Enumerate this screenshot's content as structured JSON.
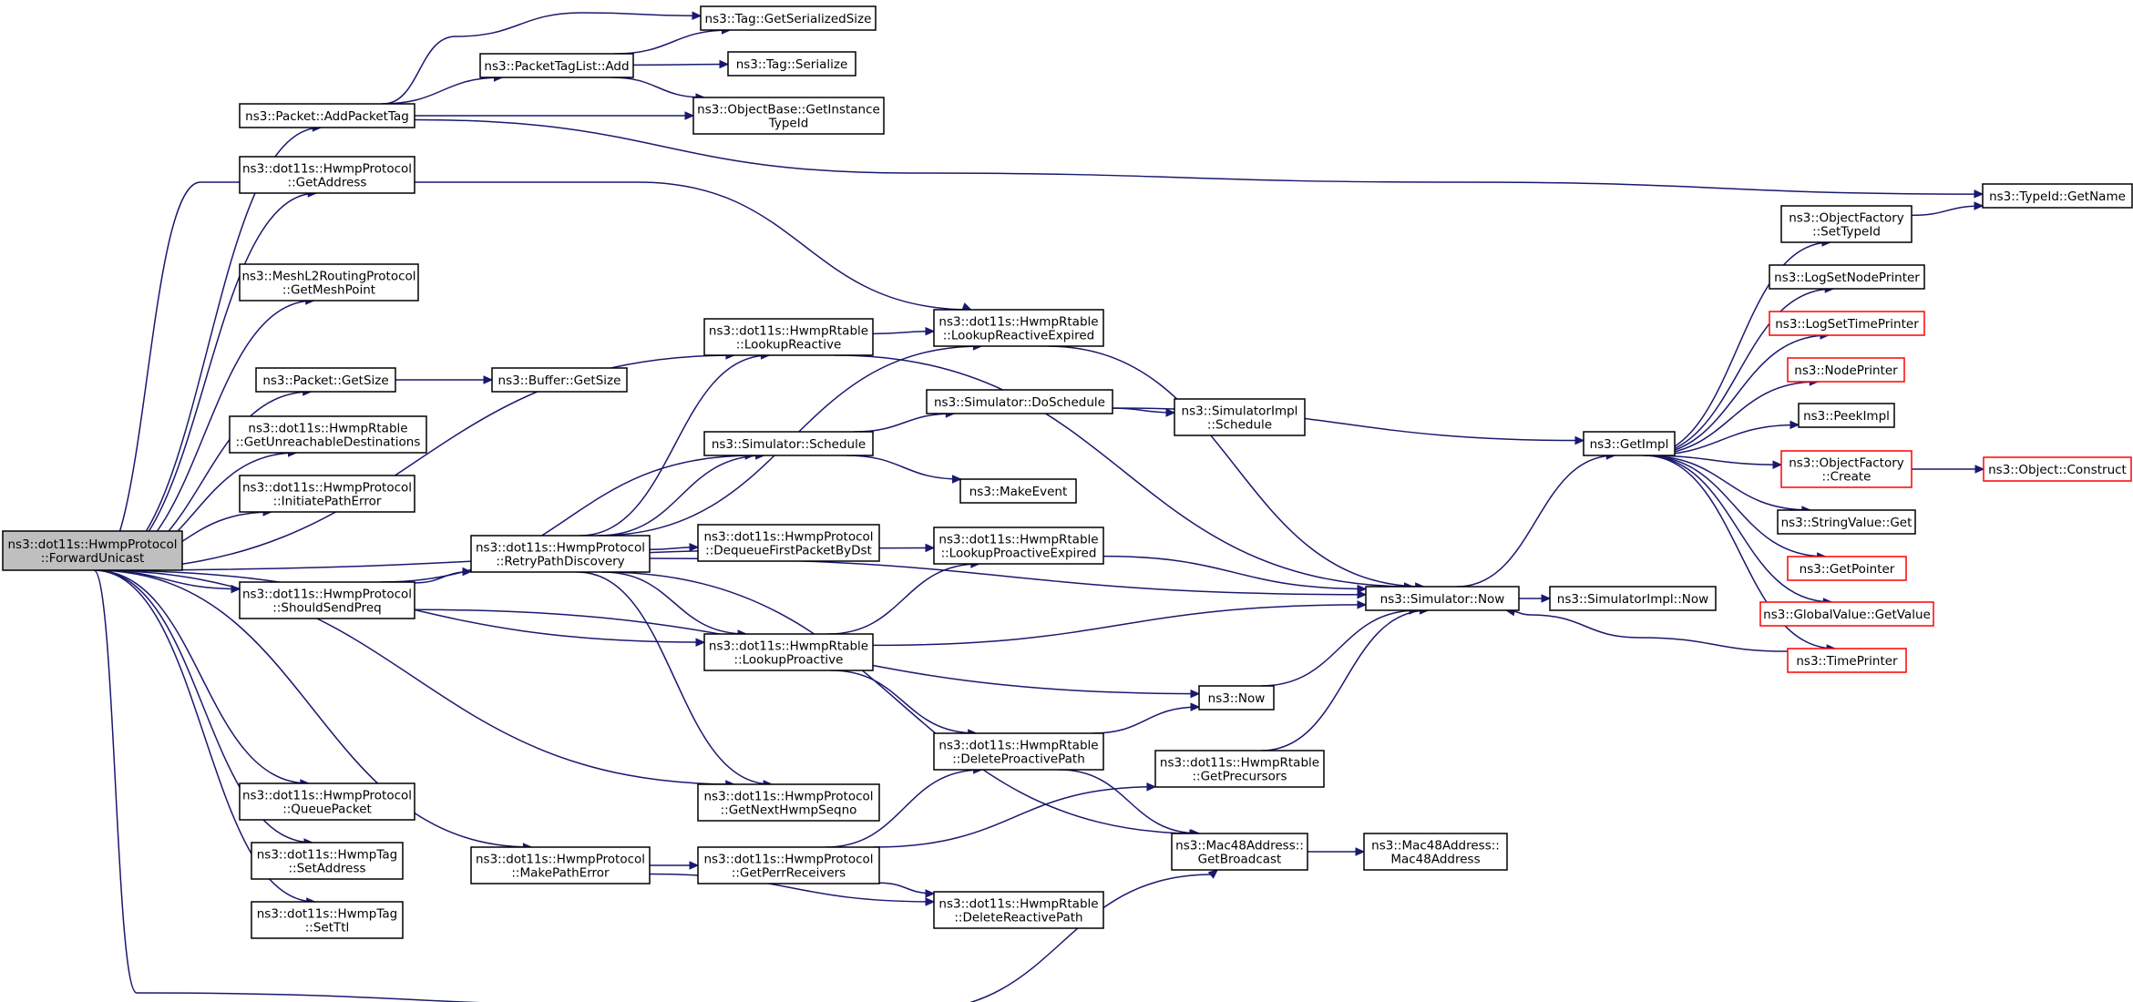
{
  "nodes": [
    {
      "id": "root",
      "lines": [
        "ns3::dot11s::HwmpProtocol",
        "::ForwardUnicast"
      ],
      "root": true
    },
    {
      "id": "addPacketTag",
      "lines": [
        "ns3::Packet::AddPacketTag"
      ]
    },
    {
      "id": "getAddress",
      "lines": [
        "ns3::dot11s::HwmpProtocol",
        "::GetAddress"
      ]
    },
    {
      "id": "getMeshPoint",
      "lines": [
        "ns3::MeshL2RoutingProtocol",
        "::GetMeshPoint"
      ]
    },
    {
      "id": "packetGetSize",
      "lines": [
        "ns3::Packet::GetSize"
      ]
    },
    {
      "id": "getUnreachable",
      "lines": [
        "ns3::dot11s::HwmpRtable",
        "::GetUnreachableDestinations"
      ]
    },
    {
      "id": "initiatePathError",
      "lines": [
        "ns3::dot11s::HwmpProtocol",
        "::InitiatePathError"
      ]
    },
    {
      "id": "shouldSendPreq",
      "lines": [
        "ns3::dot11s::HwmpProtocol",
        "::ShouldSendPreq"
      ]
    },
    {
      "id": "queuePacket",
      "lines": [
        "ns3::dot11s::HwmpProtocol",
        "::QueuePacket"
      ]
    },
    {
      "id": "tagSetAddress",
      "lines": [
        "ns3::dot11s::HwmpTag",
        "::SetAddress"
      ]
    },
    {
      "id": "tagSetTtl",
      "lines": [
        "ns3::dot11s::HwmpTag",
        "::SetTtl"
      ]
    },
    {
      "id": "tagGetSerializedSize",
      "lines": [
        "ns3::Tag::GetSerializedSize"
      ]
    },
    {
      "id": "tagListAdd",
      "lines": [
        "ns3::PacketTagList::Add"
      ]
    },
    {
      "id": "tagSerialize",
      "lines": [
        "ns3::Tag::Serialize"
      ]
    },
    {
      "id": "getInstanceTypeId",
      "lines": [
        "ns3::ObjectBase::GetInstance",
        "TypeId"
      ]
    },
    {
      "id": "bufferGetSize",
      "lines": [
        "ns3::Buffer::GetSize"
      ]
    },
    {
      "id": "lookupReactive",
      "lines": [
        "ns3::dot11s::HwmpRtable",
        "::LookupReactive"
      ]
    },
    {
      "id": "simSchedule",
      "lines": [
        "ns3::Simulator::Schedule"
      ]
    },
    {
      "id": "retryPathDiscovery",
      "lines": [
        "ns3::dot11s::HwmpProtocol",
        "::RetryPathDiscovery"
      ]
    },
    {
      "id": "dequeueFirst",
      "lines": [
        "ns3::dot11s::HwmpProtocol",
        "::DequeueFirstPacketByDst"
      ]
    },
    {
      "id": "lookupProactive",
      "lines": [
        "ns3::dot11s::HwmpRtable",
        "::LookupProactive"
      ]
    },
    {
      "id": "getNextHwmpSeqno",
      "lines": [
        "ns3::dot11s::HwmpProtocol",
        "::GetNextHwmpSeqno"
      ]
    },
    {
      "id": "makePathError",
      "lines": [
        "ns3::dot11s::HwmpProtocol",
        "::MakePathError"
      ]
    },
    {
      "id": "getPerrReceivers",
      "lines": [
        "ns3::dot11s::HwmpProtocol",
        "::GetPerrReceivers"
      ]
    },
    {
      "id": "lookupReactiveExpired",
      "lines": [
        "ns3::dot11s::HwmpRtable",
        "::LookupReactiveExpired"
      ]
    },
    {
      "id": "doSchedule",
      "lines": [
        "ns3::Simulator::DoSchedule"
      ]
    },
    {
      "id": "makeEvent",
      "lines": [
        "ns3::MakeEvent"
      ]
    },
    {
      "id": "lookupProactiveExpired",
      "lines": [
        "ns3::dot11s::HwmpRtable",
        "::LookupProactiveExpired"
      ]
    },
    {
      "id": "deleteProactivePath",
      "lines": [
        "ns3::dot11s::HwmpRtable",
        "::DeleteProactivePath"
      ]
    },
    {
      "id": "deleteReactivePath",
      "lines": [
        "ns3::dot11s::HwmpRtable",
        "::DeleteReactivePath"
      ]
    },
    {
      "id": "simImplSchedule",
      "lines": [
        "ns3::SimulatorImpl",
        "::Schedule"
      ]
    },
    {
      "id": "ns3Now",
      "lines": [
        "ns3::Now"
      ]
    },
    {
      "id": "getPrecursors",
      "lines": [
        "ns3::dot11s::HwmpRtable",
        "::GetPrecursors"
      ]
    },
    {
      "id": "getBroadcast",
      "lines": [
        "ns3::Mac48Address::",
        "GetBroadcast"
      ]
    },
    {
      "id": "simNow",
      "lines": [
        "ns3::Simulator::Now"
      ]
    },
    {
      "id": "mac48Address",
      "lines": [
        "ns3::Mac48Address::",
        "Mac48Address"
      ]
    },
    {
      "id": "simImplNow",
      "lines": [
        "ns3::SimulatorImpl::Now"
      ]
    },
    {
      "id": "getImpl",
      "lines": [
        "ns3::GetImpl"
      ]
    },
    {
      "id": "setTypeId",
      "lines": [
        "ns3::ObjectFactory",
        "::SetTypeId"
      ]
    },
    {
      "id": "logSetNodePrinter",
      "lines": [
        "ns3::LogSetNodePrinter"
      ]
    },
    {
      "id": "logSetTimePrinter",
      "lines": [
        "ns3::LogSetTimePrinter"
      ],
      "red": true
    },
    {
      "id": "nodePrinter",
      "lines": [
        "ns3::NodePrinter"
      ],
      "red": true
    },
    {
      "id": "peekImpl",
      "lines": [
        "ns3::PeekImpl"
      ]
    },
    {
      "id": "factoryCreate",
      "lines": [
        "ns3::ObjectFactory",
        "::Create"
      ],
      "red": true
    },
    {
      "id": "stringValueGet",
      "lines": [
        "ns3::StringValue::Get"
      ]
    },
    {
      "id": "getPointer",
      "lines": [
        "ns3::GetPointer"
      ],
      "red": true
    },
    {
      "id": "globalValueGetValue",
      "lines": [
        "ns3::GlobalValue::GetValue"
      ],
      "red": true
    },
    {
      "id": "timePrinter",
      "lines": [
        "ns3::TimePrinter"
      ],
      "red": true
    },
    {
      "id": "typeIdGetName",
      "lines": [
        "ns3::TypeId::GetName"
      ]
    },
    {
      "id": "objectConstruct",
      "lines": [
        "ns3::Object::Construct"
      ],
      "red": true
    }
  ],
  "edges": [
    [
      "root",
      "addPacketTag"
    ],
    [
      "root",
      "getAddress"
    ],
    [
      "root",
      "getMeshPoint"
    ],
    [
      "root",
      "lookupReactive"
    ],
    [
      "root",
      "lookupReactiveExpired"
    ],
    [
      "root",
      "packetGetSize"
    ],
    [
      "root",
      "getUnreachable"
    ],
    [
      "root",
      "initiatePathError"
    ],
    [
      "root",
      "lookupProactiveExpired"
    ],
    [
      "root",
      "shouldSendPreq"
    ],
    [
      "root",
      "lookupProactive"
    ],
    [
      "root",
      "getNextHwmpSeqno"
    ],
    [
      "root",
      "queuePacket"
    ],
    [
      "root",
      "tagSetAddress"
    ],
    [
      "root",
      "tagSetTtl"
    ],
    [
      "root",
      "makePathError"
    ],
    [
      "root",
      "getBroadcast"
    ],
    [
      "addPacketTag",
      "tagGetSerializedSize"
    ],
    [
      "addPacketTag",
      "tagListAdd"
    ],
    [
      "addPacketTag",
      "getInstanceTypeId"
    ],
    [
      "addPacketTag",
      "typeIdGetName"
    ],
    [
      "tagListAdd",
      "tagGetSerializedSize"
    ],
    [
      "tagListAdd",
      "tagSerialize"
    ],
    [
      "tagListAdd",
      "getInstanceTypeId"
    ],
    [
      "packetGetSize",
      "bufferGetSize"
    ],
    [
      "lookupReactive",
      "lookupReactiveExpired"
    ],
    [
      "lookupReactive",
      "simNow"
    ],
    [
      "shouldSendPreq",
      "simSchedule"
    ],
    [
      "shouldSendPreq",
      "retryPathDiscovery"
    ],
    [
      "shouldSendPreq",
      "ns3Now"
    ],
    [
      "simSchedule",
      "doSchedule"
    ],
    [
      "simSchedule",
      "makeEvent"
    ],
    [
      "retryPathDiscovery",
      "lookupReactive"
    ],
    [
      "retryPathDiscovery",
      "lookupReactiveExpired"
    ],
    [
      "retryPathDiscovery",
      "simSchedule"
    ],
    [
      "retryPathDiscovery",
      "dequeueFirst"
    ],
    [
      "retryPathDiscovery",
      "simNow"
    ],
    [
      "retryPathDiscovery",
      "lookupProactive"
    ],
    [
      "retryPathDiscovery",
      "getNextHwmpSeqno"
    ],
    [
      "retryPathDiscovery",
      "getBroadcast"
    ],
    [
      "lookupProactive",
      "lookupProactiveExpired"
    ],
    [
      "lookupProactive",
      "simNow"
    ],
    [
      "lookupProactive",
      "deleteProactivePath"
    ],
    [
      "makePathError",
      "getPerrReceivers"
    ],
    [
      "makePathError",
      "deleteReactivePath"
    ],
    [
      "getPerrReceivers",
      "deleteProactivePath"
    ],
    [
      "getPerrReceivers",
      "getPrecursors"
    ],
    [
      "getPerrReceivers",
      "deleteReactivePath"
    ],
    [
      "lookupReactiveExpired",
      "simNow"
    ],
    [
      "lookupProactiveExpired",
      "simNow"
    ],
    [
      "doSchedule",
      "simImplSchedule"
    ],
    [
      "doSchedule",
      "getImpl"
    ],
    [
      "deleteProactivePath",
      "ns3Now"
    ],
    [
      "deleteProactivePath",
      "getBroadcast"
    ],
    [
      "ns3Now",
      "simNow"
    ],
    [
      "getPrecursors",
      "simNow"
    ],
    [
      "getBroadcast",
      "mac48Address"
    ],
    [
      "simNow",
      "simImplNow"
    ],
    [
      "simNow",
      "getImpl"
    ],
    [
      "getImpl",
      "setTypeId"
    ],
    [
      "getImpl",
      "logSetNodePrinter"
    ],
    [
      "getImpl",
      "logSetTimePrinter"
    ],
    [
      "getImpl",
      "nodePrinter"
    ],
    [
      "getImpl",
      "peekImpl"
    ],
    [
      "getImpl",
      "factoryCreate"
    ],
    [
      "getImpl",
      "stringValueGet"
    ],
    [
      "getImpl",
      "getPointer"
    ],
    [
      "getImpl",
      "globalValueGetValue"
    ],
    [
      "getImpl",
      "timePrinter"
    ],
    [
      "setTypeId",
      "typeIdGetName"
    ],
    [
      "factoryCreate",
      "objectConstruct"
    ],
    [
      "timePrinter",
      "simNow"
    ]
  ]
}
